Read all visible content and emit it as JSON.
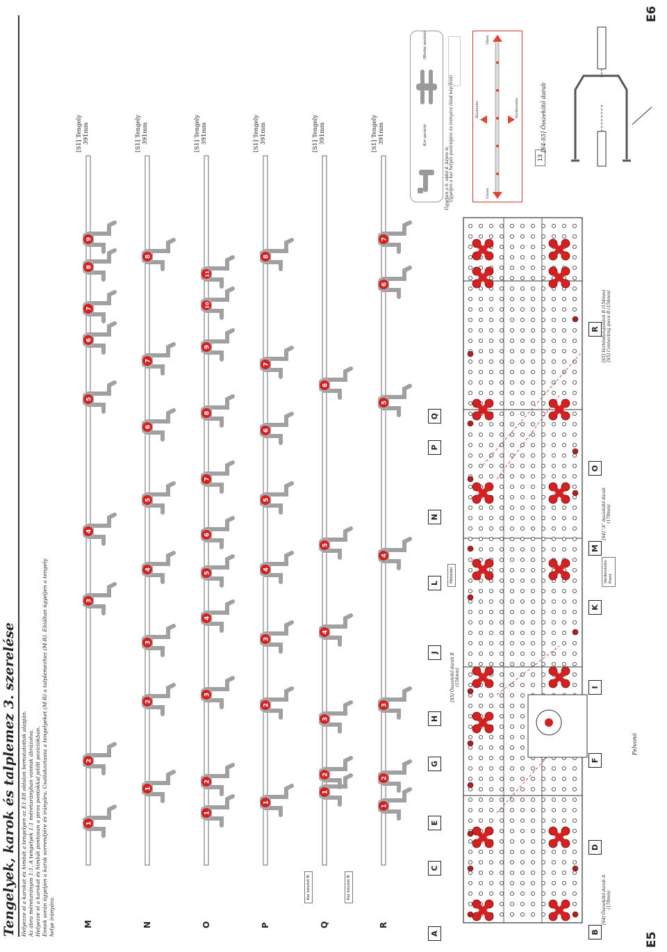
{
  "page": {
    "title": "Tengelyek, karok és talplemez 3. szerelése",
    "intro_lines": [
      "Helyezze el a karokat és himbát a tengelyen az E1-E8 oldalon bemutatottak alapján.",
      "Az ábra méretarányos 1:1. A tengelyek 1:1 méretarányban vannak ábrázolva.",
      "Helyezze el a karokat és himbát pontosan a piros pontokkal jelölt pozíciókban.",
      "Ennek során ügyeljen a karok sorrendjére és irányára. Csatlakoztassa a tengelyeket (M-R) a talplemezhez (M-R). Ebiáltan ügyeljen a tengely",
      "helye irányára."
    ],
    "page_left": "E5",
    "page_right": "E6"
  },
  "axes": [
    {
      "id": "M",
      "name": "[S1] Tengely",
      "length": "391mm",
      "arms": [
        1,
        2,
        3,
        4,
        5,
        6,
        7,
        8,
        9
      ]
    },
    {
      "id": "N",
      "name": "[S1] Tengely",
      "length": "391mm",
      "arms": [
        1,
        2,
        3,
        4,
        5,
        6,
        7,
        8
      ]
    },
    {
      "id": "O",
      "name": "[S1] Tengely",
      "length": "391mm",
      "arms": [
        1,
        2,
        3,
        4,
        5,
        6,
        7,
        8,
        9,
        10,
        11
      ]
    },
    {
      "id": "P",
      "name": "[S1] Tengely",
      "length": "391mm",
      "arms": [
        1,
        2,
        3,
        4,
        5,
        6,
        7,
        8
      ]
    },
    {
      "id": "Q",
      "name": "[S1] Tengely",
      "length": "391mm",
      "arms": [
        1,
        2,
        3,
        4,
        5,
        6
      ]
    },
    {
      "id": "R",
      "name": "[S1] Tengely",
      "length": "391mm",
      "arms": [
        1,
        2,
        3,
        4,
        5,
        6,
        7
      ]
    }
  ],
  "callouts": {
    "arm_set_q": "Kar készlet B",
    "arm_set_r": "Kar készlet B",
    "note_top": "Ügyeljen a 6. oldal 4. képre is",
    "hatoldal": "Hátoldal",
    "elol_label": "Vordersteite",
    "elol_sub": "Front",
    "felvono": "Felvonó",
    "conn_b_top": "[S5] Összekötő darab B",
    "conn_b_top_len": "(154mm)",
    "conn_a_bottom": "[S4] Összekötő darab A",
    "conn_a_bottom_len": "(178mm)",
    "conn_a_mid": "[S4] \"A\" összekötő darab",
    "conn_a_mid_len": "(178mm)",
    "conn_b_right_1": "[S5] Verbindungsstück B (154mm)",
    "conn_b_right_2": "[S5] Connecting piece B (154mm)"
  },
  "base_slots": {
    "top": [
      "A",
      "C",
      "E",
      "G",
      "H",
      "J",
      "L",
      "N",
      "P",
      "Q"
    ],
    "bottom": [
      "B",
      "D",
      "F",
      "I",
      "K",
      "M",
      "O",
      "R"
    ]
  },
  "inset": {
    "left_label": "Kar pozíció",
    "right_label": "Himba pozíció",
    "caption": "Ügyeljen a kar helyes pozíciójára és irányára (lásd kép fent)",
    "label_ruckseite": "Rückseite",
    "label_vorderseite": "Vorderseite",
    "label_oben": "Oben",
    "label_unten": "Unten"
  },
  "step13": {
    "number": "13",
    "label": "[S4-S5] Összekötő darab"
  }
}
